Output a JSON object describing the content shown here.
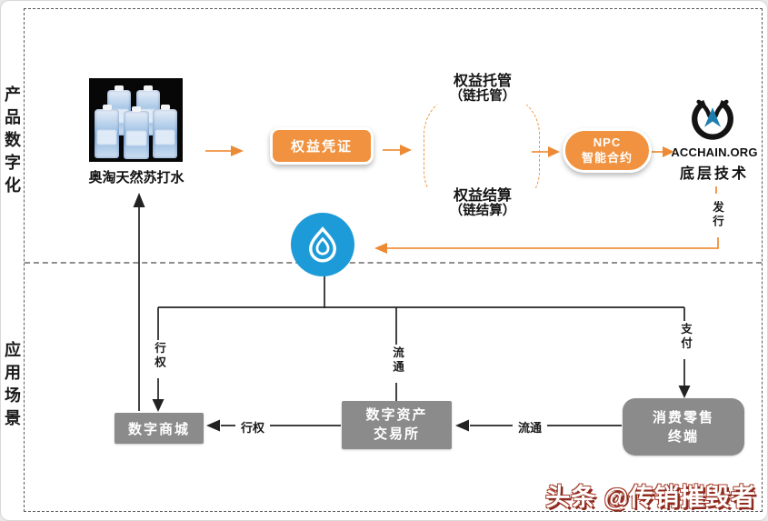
{
  "sections": {
    "top_label": "产品数字化",
    "bottom_label": "应用场景"
  },
  "product": {
    "caption": "奥淘天然苏打水"
  },
  "flow_top": {
    "cert_label": "权益凭证",
    "custody_line1": "权益托管",
    "custody_line2": "（链托管）",
    "settle_line1": "权益结算",
    "settle_line2": "（链结算）",
    "npc_line1": "NPC",
    "npc_line2": "智能合约",
    "acchain_title": "ACCHAIN.ORG",
    "acchain_subtitle": "底层技术",
    "issue_label": "发行"
  },
  "flow_bottom": {
    "exercise_label": "行权",
    "circulate_label": "流通",
    "pay_label": "支付",
    "mall_label": "数字商城",
    "exchange_line1": "数字资产",
    "exchange_line2": "交易所",
    "terminal_line1": "消费零售",
    "terminal_line2": "终端"
  },
  "watermark": "头条 @传销摧毁者",
  "colors": {
    "accent_orange": "#F0923F",
    "brand_blue": "#1D9BD8",
    "box_gray": "#8B8B8B",
    "watermark_shadow": "#8E2A1E"
  }
}
